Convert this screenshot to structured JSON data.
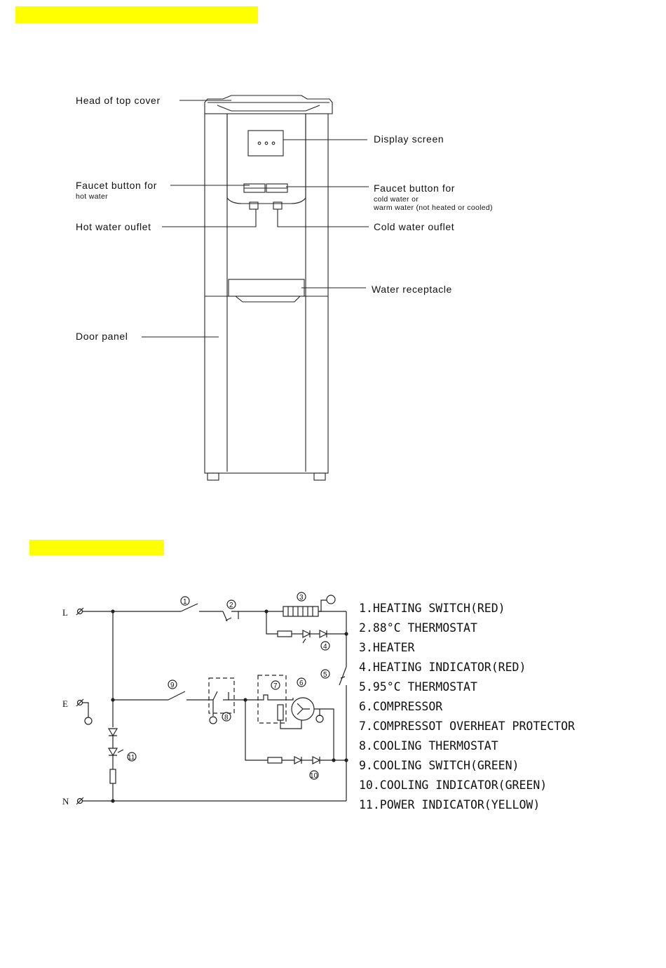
{
  "highlights": {
    "section1": "",
    "section2": ""
  },
  "dispenser_labels": {
    "head_of_top_cover": "Head of top cover",
    "display_screen": "Display screen",
    "faucet_hot_title": "Faucet button for",
    "faucet_hot_sub": "hot water",
    "faucet_cold_title": "Faucet button for",
    "faucet_cold_sub1": "cold water or",
    "faucet_cold_sub2": "warm water (not heated or cooled)",
    "hot_outlet": "Hot water ouflet",
    "cold_outlet": "Cold water ouflet",
    "water_receptacle": "Water receptacle",
    "door_panel": "Door panel"
  },
  "circuit": {
    "terminals": {
      "line": "L",
      "earth": "E",
      "neutral": "N"
    },
    "component_numbers": [
      "1",
      "2",
      "3",
      "4",
      "5",
      "6",
      "7",
      "8",
      "9",
      "10",
      "11"
    ],
    "legend": [
      "1.HEATING SWITCH(RED)",
      "2.88°C THERMOSTAT",
      "3.HEATER",
      "4.HEATING INDICATOR(RED)",
      "5.95°C THERMOSTAT",
      "6.COMPRESSOR",
      "7.COMPRESSOT OVERHEAT PROTECTOR",
      "8.COOLING THERMOSTAT",
      "9.COOLING SWITCH(GREEN)",
      "10.COOLING INDICATOR(GREEN)",
      "11.POWER INDICATOR(YELLOW)"
    ]
  }
}
